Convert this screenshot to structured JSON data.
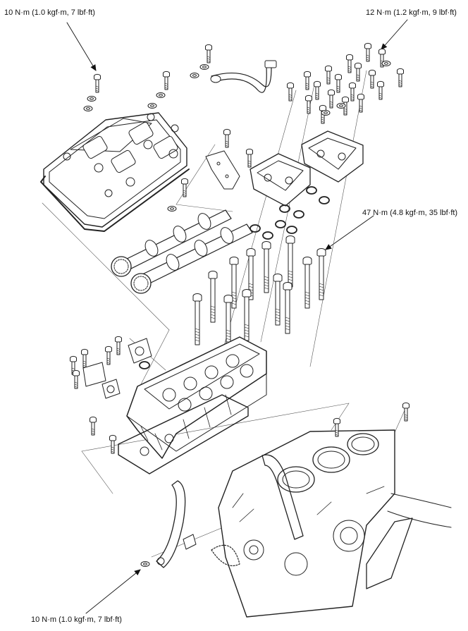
{
  "callouts": [
    {
      "id": "torque-cover-bolt",
      "text": "10 N·m (1.0 kgf·m, 7 lbf·ft)"
    },
    {
      "id": "torque-holder-bolt",
      "text": "12 N·m (1.2 kgf·m, 9 lbf·ft)"
    },
    {
      "id": "torque-head-bolt",
      "text": "47 N·m (4.8 kgf·m, 35 lbf·ft)"
    },
    {
      "id": "torque-guide-bolt",
      "text": "10 N·m (1.0 kgf·m, 7 lbf·ft)"
    }
  ]
}
